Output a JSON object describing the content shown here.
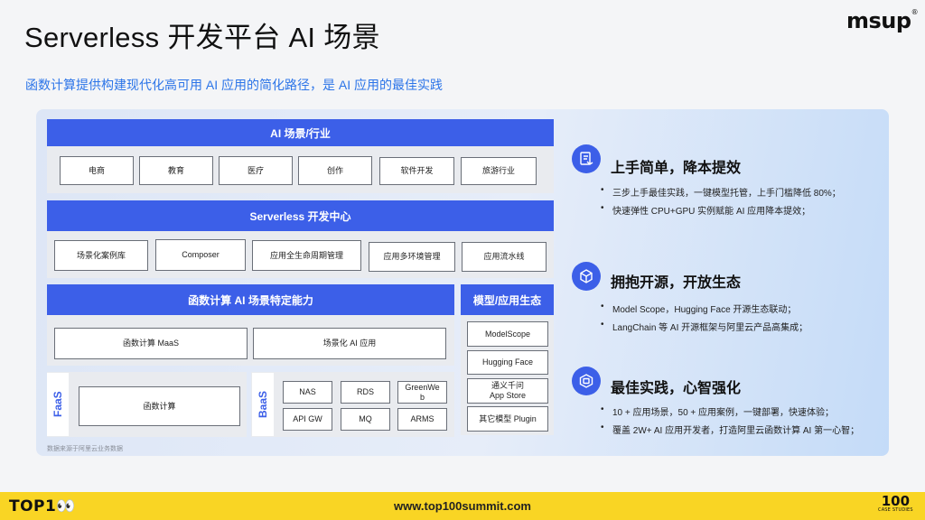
{
  "header": {
    "title": "Serverless 开发平台 AI 场景",
    "subtitle": "函数计算提供构建现代化高可用 AI 应用的简化路径，是 AI 应用的最佳实践",
    "logo": "msup",
    "logo_mark": "®"
  },
  "diagram": {
    "scenario_bar": "AI 场景/行业",
    "scenarios": [
      "电商",
      "教育",
      "医疗",
      "创作",
      "软件开发",
      "旅游行业"
    ],
    "dev_center_bar": "Serverless 开发中心",
    "dev_center_items": [
      "场景化案例库",
      "Composer",
      "应用全生命周期管理",
      "应用多环境管理",
      "应用流水线"
    ],
    "fc_bar": "函数计算 AI 场景特定能力",
    "fc_items": [
      "函数计算 MaaS",
      "场景化 AI 应用"
    ],
    "model_bar": "模型/应用生态",
    "model_items": [
      "ModelScope",
      "Hugging Face",
      "通义千问\nApp Store",
      "其它模型 Plugin"
    ],
    "faas_label": "FaaS",
    "faas_item": "函数计算",
    "baas_label": "BaaS",
    "baas_items": [
      "NAS",
      "RDS",
      "GreenWe\nb",
      "API GW",
      "MQ",
      "ARMS"
    ],
    "source_note": "数据来源于阿里云业务数据"
  },
  "features": [
    {
      "icon": "document-hand-icon",
      "title": "上手简单，降本提效",
      "bullets": [
        "三步上手最佳实践，一键模型托管，上手门槛降低 80%；",
        "快速弹性 CPU+GPU 实例赋能 AI 应用降本提效；"
      ]
    },
    {
      "icon": "cube-icon",
      "title": "拥抱开源，开放生态",
      "bullets": [
        "Model Scope，Hugging Face 开源生态联动；",
        "LangChain 等 AI 开源框架与阿里云产品高集成；"
      ]
    },
    {
      "icon": "box-hexagon-icon",
      "title": "最佳实践，心智强化",
      "bullets": [
        "10 + 应用场景，50 + 应用案例，一键部署，快速体验；",
        "覆盖 2W+ AI 应用开发者，打造阿里云函数计算 AI 第一心智；"
      ]
    }
  ],
  "footer": {
    "logo": "TOP1👀",
    "url": "www.top100summit.com",
    "badge": "100",
    "badge_sub": "CASE STUDIES"
  },
  "colors": {
    "accent_blue": "#3c5fe8",
    "subtitle_blue": "#2b74e8",
    "footer_yellow": "#f9d524"
  }
}
